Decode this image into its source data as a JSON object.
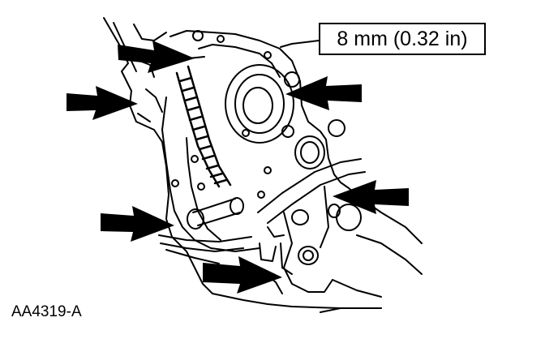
{
  "callout": {
    "text": "8 mm (0.32 in)"
  },
  "figure": {
    "id": "AA4319-A"
  },
  "colors": {
    "ink": "#000000",
    "paper": "#ffffff"
  },
  "arrows": [
    {
      "name": "arrow-upper-chain"
    },
    {
      "name": "arrow-upper-left"
    },
    {
      "name": "arrow-upper-right"
    },
    {
      "name": "arrow-lower-left"
    },
    {
      "name": "arrow-right-mid"
    },
    {
      "name": "arrow-bottom"
    }
  ]
}
